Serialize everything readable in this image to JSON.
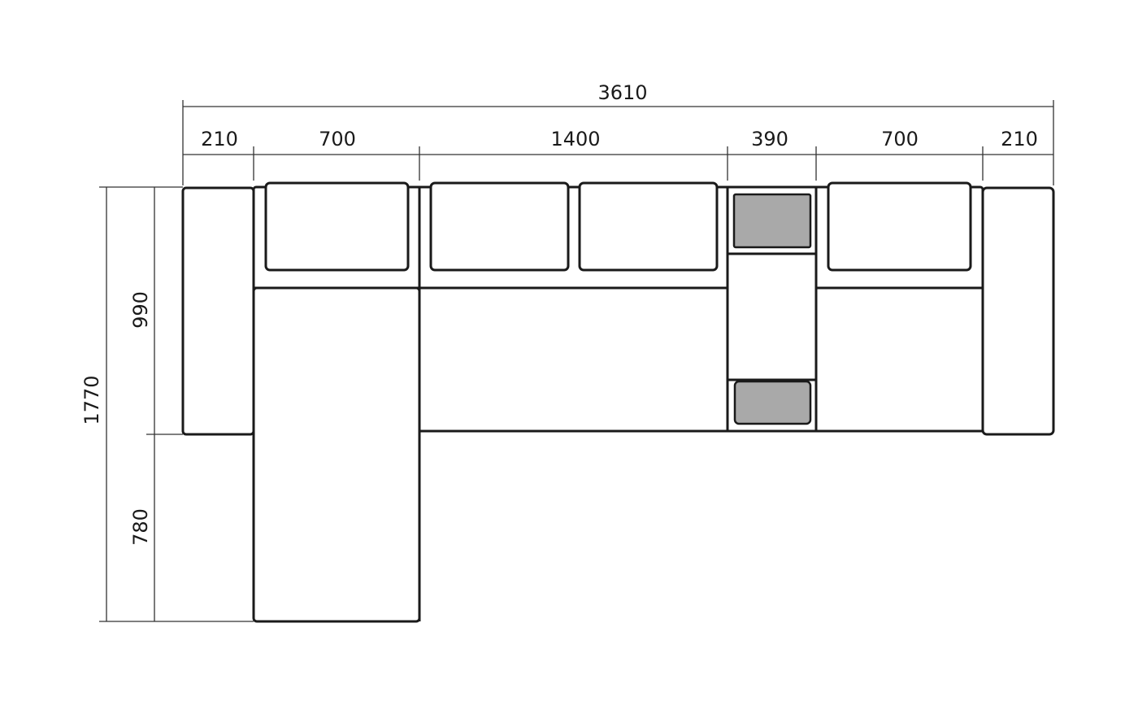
{
  "drawing": {
    "units": "",
    "overall_width": "3610",
    "segment_widths": [
      "210",
      "700",
      "1400",
      "390",
      "700",
      "210"
    ],
    "overall_depth": "1770",
    "depth_parts": [
      "990",
      "780"
    ],
    "colors": {
      "outline": "#1a1a1a",
      "dimension_line": "#333333",
      "console_fill": "#a9a9a9",
      "background": "#ffffff"
    }
  }
}
